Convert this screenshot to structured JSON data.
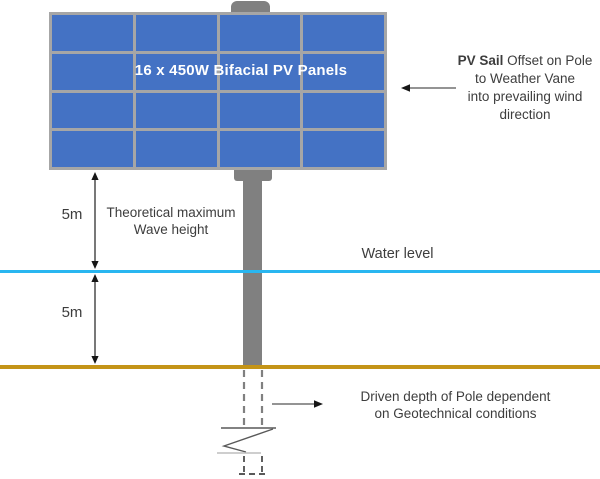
{
  "diagram": {
    "panel_label": "16 x 450W Bifacial PV Panels",
    "pv_sail_note": {
      "bold": "PV Sail",
      "line1_rest": " Offset on Pole",
      "line2": "to Weather Vane",
      "line3": "into prevailing wind",
      "line4": "direction"
    },
    "wave_dim_label": "5m",
    "depth_dim_label": "5m",
    "wave_height_note_line1": "Theoretical maximum",
    "wave_height_note_line2": "Wave height",
    "water_level_label": "Water level",
    "driven_depth_note_line1": "Driven depth of Pole dependent",
    "driven_depth_note_line2": "on Geotechnical conditions",
    "colors": {
      "panel_blue": "#4472C4",
      "grid_gray": "#A6A6A6",
      "pole_gray": "#808080",
      "water_blue": "#29B6F0",
      "seabed_gold": "#C49417",
      "text_dark": "#3D3D3D"
    }
  },
  "panel_grid": {
    "rows": 4,
    "cols": 4,
    "panel_count": 16
  }
}
